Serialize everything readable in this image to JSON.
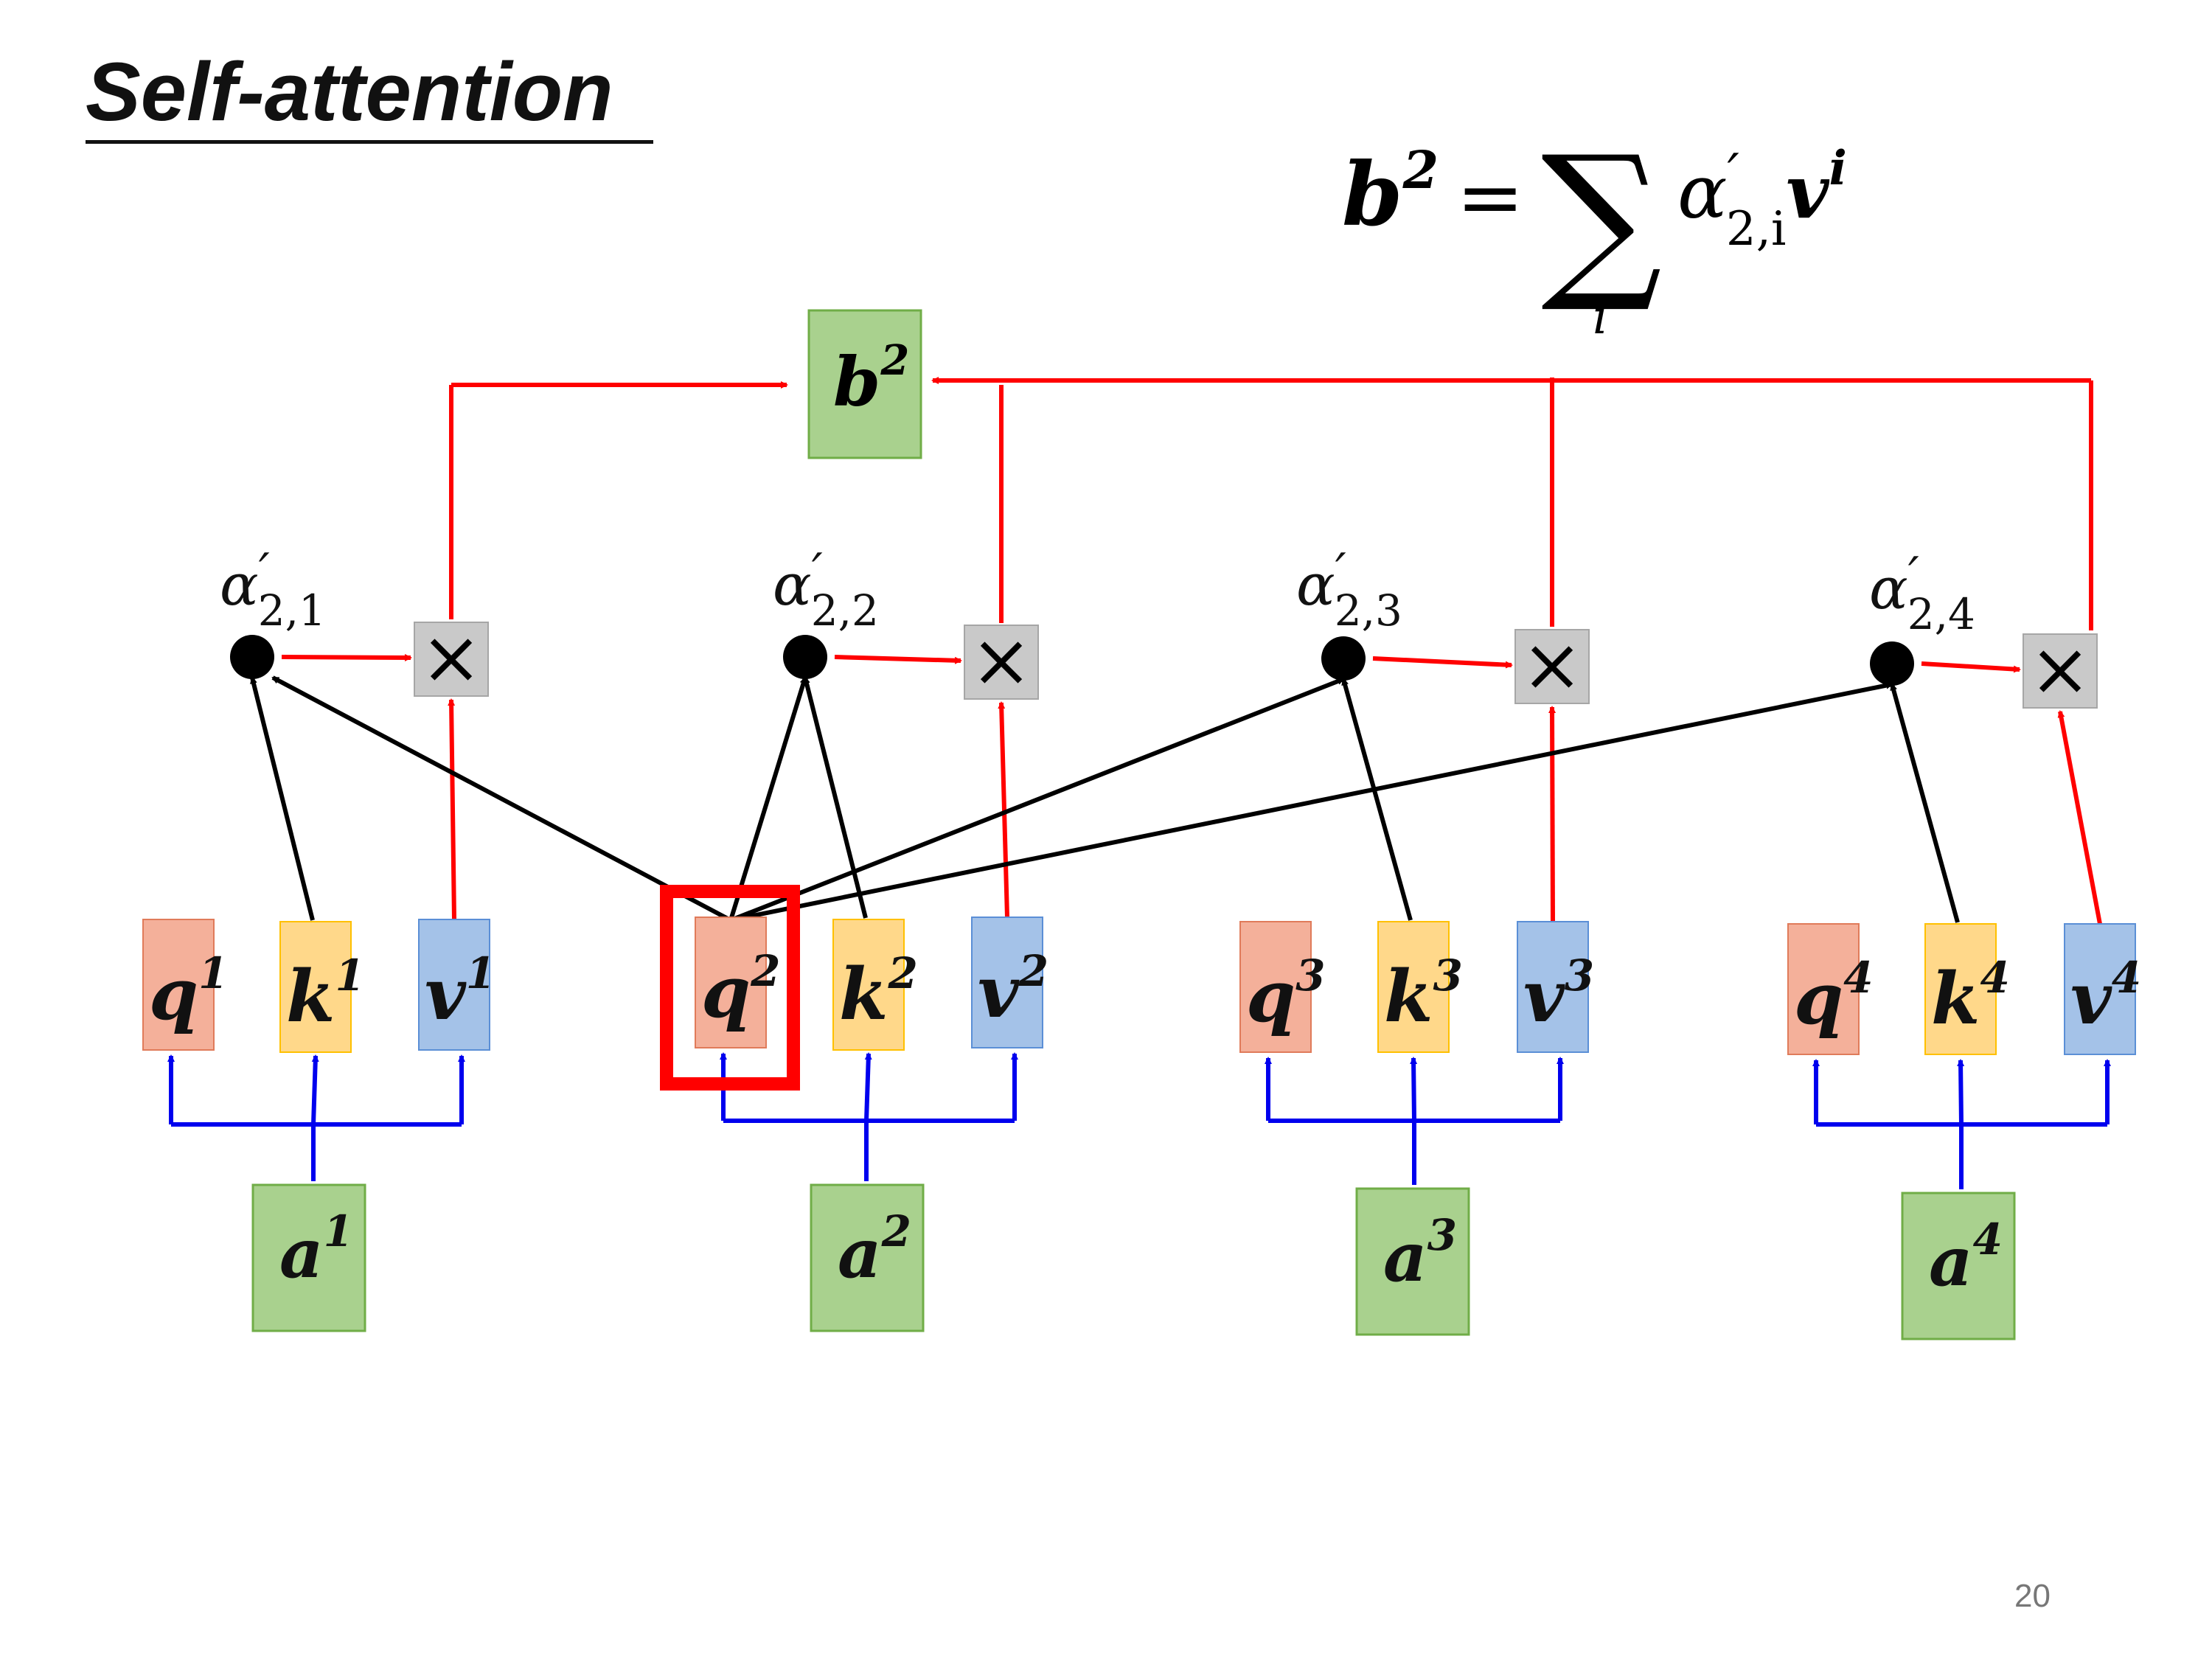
{
  "slide": {
    "title": "Self-attention",
    "page_number": "20"
  },
  "formula": {
    "lhs": "b",
    "lhs_sup": "2",
    "equals": "=",
    "sum": "∑",
    "sum_index": "i",
    "alpha": "α",
    "alpha_prime": "′",
    "alpha_sub": "2,i",
    "v": "v",
    "v_sup": "i"
  },
  "output": {
    "label": "b",
    "sup": "2"
  },
  "columns": [
    {
      "index": "1",
      "input": "a",
      "q": "q",
      "k": "k",
      "v": "v",
      "alpha": "α",
      "alpha_prime": "′",
      "alpha_sub": "2,1",
      "multiply": "×"
    },
    {
      "index": "2",
      "input": "a",
      "q": "q",
      "k": "k",
      "v": "v",
      "alpha": "α",
      "alpha_prime": "′",
      "alpha_sub": "2,2",
      "multiply": "×"
    },
    {
      "index": "3",
      "input": "a",
      "q": "q",
      "k": "k",
      "v": "v",
      "alpha": "α",
      "alpha_prime": "′",
      "alpha_sub": "2,3",
      "multiply": "×"
    },
    {
      "index": "4",
      "input": "a",
      "q": "q",
      "k": "k",
      "v": "v",
      "alpha": "α",
      "alpha_prime": "′",
      "alpha_sub": "2,4",
      "multiply": "×"
    }
  ],
  "colors": {
    "query": "#f4b09a",
    "key": "#ffd88a",
    "value": "#a4c2e8",
    "input": "#a9d18e",
    "multiply": "#c9c9c9",
    "red_line": "#ff0000",
    "blue_line": "#0000ee",
    "black_line": "#000000",
    "highlight": "#ff0000"
  }
}
